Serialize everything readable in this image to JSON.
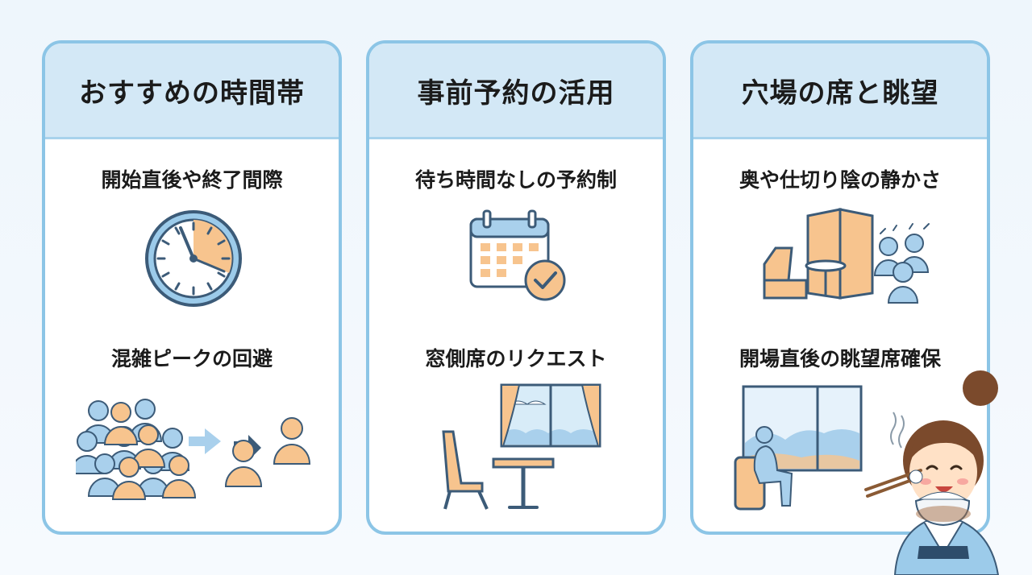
{
  "cards": [
    {
      "title": "おすすめの時間帯",
      "items": [
        {
          "label": "開始直後や終了間際",
          "icon": "clock-icon"
        },
        {
          "label": "混雑ピークの回避",
          "icon": "crowd-avoid-icon"
        }
      ]
    },
    {
      "title": "事前予約の活用",
      "items": [
        {
          "label": "待ち時間なしの予約制",
          "icon": "calendar-check-icon"
        },
        {
          "label": "窓側席のリクエスト",
          "icon": "window-seat-icon"
        }
      ]
    },
    {
      "title": "穴場の席と眺望",
      "items": [
        {
          "label": "奥や仕切り陰の静かさ",
          "icon": "partition-booth-icon"
        },
        {
          "label": "開場直後の眺望席確保",
          "icon": "view-seat-icon"
        }
      ]
    }
  ],
  "colors": {
    "accent_blue": "#8cc5e6",
    "header_blue": "#d3e8f6",
    "icon_orange": "#f7c48e",
    "icon_blue": "#a9d0ec",
    "outline": "#3c5b78"
  },
  "character": {
    "icon": "woman-eating-rice-icon"
  }
}
